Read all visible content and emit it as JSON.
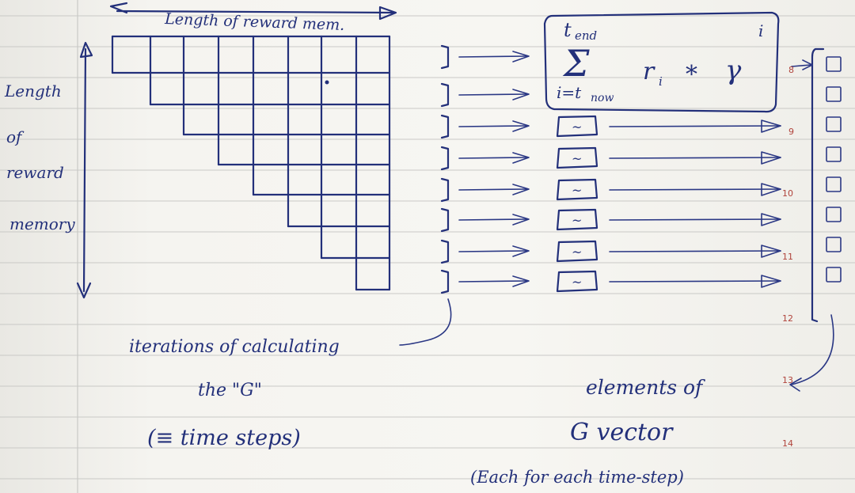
{
  "labels": {
    "top_axis": "Length of reward mem.",
    "left_axis": [
      "Length",
      "of",
      "reward",
      "memory"
    ],
    "iterations": [
      "iterations of calculating",
      "the \"G\"",
      "(≡ time steps)"
    ],
    "elements": [
      "elements of",
      "G vector",
      "(Each for each time-step)"
    ],
    "placeholder": "~"
  },
  "formula": {
    "upper": "t",
    "upper_sub": "end",
    "sum": "Σ",
    "lower": "i=t",
    "lower_sub": "now",
    "term": "r",
    "term_sub": "i",
    "op": "*",
    "gamma": "γ",
    "exp": "i"
  },
  "page_numbers": [
    "8",
    "9",
    "10",
    "11",
    "12",
    "13",
    "14"
  ],
  "colors": {
    "ink": "#23307a",
    "rule": "#c9c9c6",
    "margin": "#c9c9c6",
    "page_number": "#b0433b"
  },
  "triangle_rows": 8,
  "g_vector_elements": 8
}
